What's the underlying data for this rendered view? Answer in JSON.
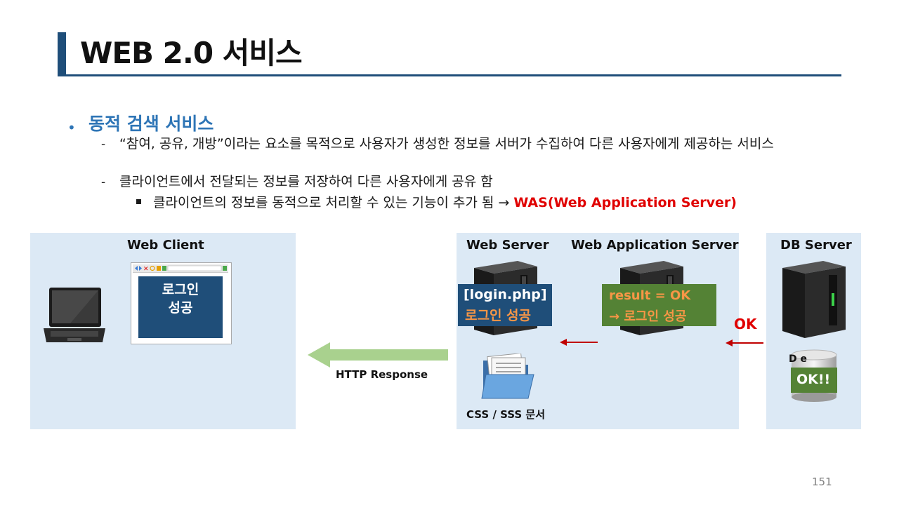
{
  "slide": {
    "title": "WEB 2.0 서비스",
    "page_number": "151"
  },
  "bullets": {
    "level1": "동적 검색 서비스",
    "item1": "“참여, 공유, 개방”이라는 요소를 목적으로 사용자가 생성한 정보를 서버가 수집하여 다른 사용자에게 제공하는 서비스",
    "item2": "클라이언트에서 전달되는 정보를 저장하여 다른 사용자에게 공유 함",
    "item3_prefix": "클라이언트의 정보를 동적으로 처리할 수 있는 기능이 추가 됨 → ",
    "item3_highlight": "WAS(Web Application Server)"
  },
  "diagram": {
    "client_panel_label": "Web Client",
    "browser_text_line1": "로그인",
    "browser_text_line2": "성공",
    "response_label": "HTTP Response",
    "web_server_label": "Web Server",
    "was_label": "Web Application Server",
    "db_server_label": "DB Server",
    "php_box_line1": "[login.php]",
    "php_box_line2": "로그인 성공",
    "was_box_line1": "result = OK",
    "was_box_line2": "→ 로그인 성공",
    "ok_label": "OK",
    "db_ok_label": "OK!!",
    "db_partial_label": "D    e",
    "css_doc_label": "CSS / SSS 문서"
  },
  "colors": {
    "title_accent": "#1f4e79",
    "bullet_blue": "#2e75b6",
    "highlight_red": "#e00000",
    "panel_bg": "#dce9f5",
    "navy_box": "#1f4e79",
    "green_box": "#548235",
    "orange_text": "#f79646",
    "arrow_green": "#a9d18e",
    "arrow_red": "#c00000"
  }
}
